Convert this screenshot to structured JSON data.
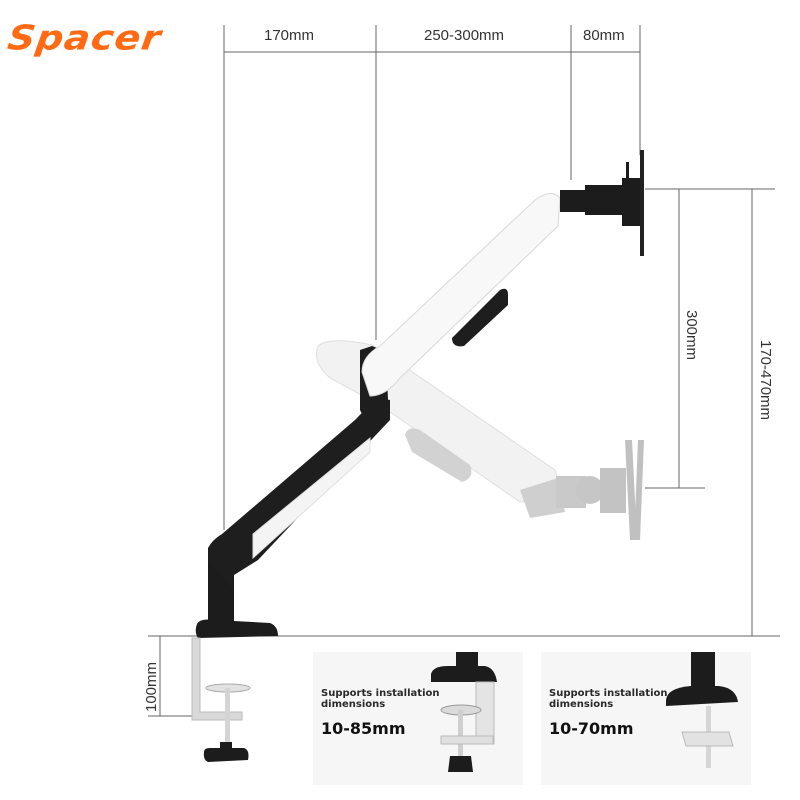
{
  "brand": {
    "logo_text": "Spacer",
    "color": "#ff6a13"
  },
  "dimensions": {
    "top": [
      {
        "label": "170mm"
      },
      {
        "label": "250-300mm"
      },
      {
        "label": "80mm"
      }
    ],
    "vertical_tilt": {
      "label": "300mm"
    },
    "height_range": {
      "label": "170-470mm"
    },
    "clamp_depth": {
      "label": "100mm"
    }
  },
  "mount_options": [
    {
      "title_line1": "Supports installation",
      "title_line2": "dimensions",
      "value": "10-85mm",
      "type": "C-clamp"
    },
    {
      "title_line1": "Supports installation",
      "title_line2": "dimensions",
      "value": "10-70mm",
      "type": "Grommet"
    }
  ],
  "colors": {
    "arm_black": "#1c1c1c",
    "arm_white": "#f7f7f7",
    "ghost_gray": "#c8c8c8",
    "line": "#666666",
    "accent": "#ff6a13"
  }
}
